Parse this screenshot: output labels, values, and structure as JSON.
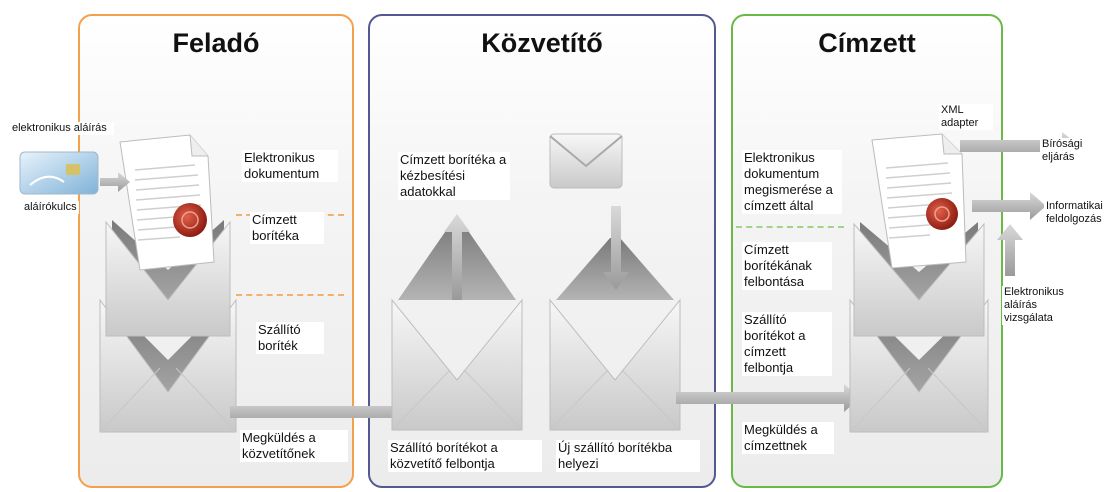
{
  "columns": {
    "sender": "Feladó",
    "intermediary": "Közvetítő",
    "recipient": "Címzett"
  },
  "left": {
    "esign": "elektronikus aláírás",
    "key": "aláírókulcs"
  },
  "sender": {
    "doc": "Elektronikus dokumentum",
    "recipient_env": "Címzett borítéka",
    "carrier_env": "Szállító boríték",
    "send": "Megküldés a közvetítőnek"
  },
  "intermediary": {
    "recipient_env_data": "Címzett borítéka a kézbesítési adatokkal",
    "opens": "Szállító borítékot a közvetítő felbontja",
    "new_env": "Új szállító borítékba helyezi"
  },
  "recipient": {
    "read": "Elektronikus dokumentum megismerése a címzett által",
    "open_env": "Címzett borítékának felbontása",
    "carrier_open": "Szállító borítékot a címzett felbontja",
    "send": "Megküldés a címzettnek"
  },
  "right": {
    "xml": "XML adapter",
    "court": "Bírósági eljárás",
    "it": "Informatikai feldolgozás",
    "verify": "Elektronikus aláírás vizsgálata"
  },
  "colors": {
    "orange": "#f2a24a",
    "blue": "#53598f",
    "green": "#68b945"
  }
}
